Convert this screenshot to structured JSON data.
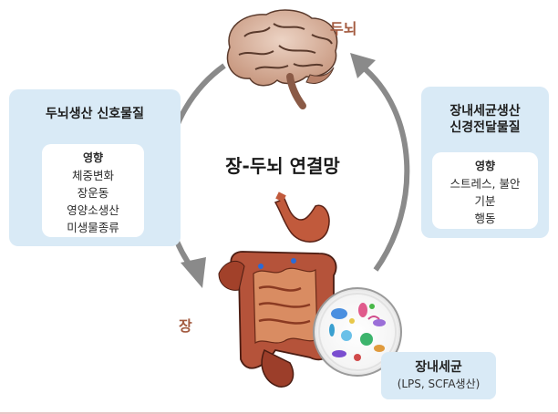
{
  "left_panel": {
    "title": "두뇌생산 신호물질",
    "effects_label": "영향",
    "items": [
      "체중변화",
      "장운동",
      "영양소생산",
      "미생물종류"
    ]
  },
  "right_panel": {
    "title_line1": "장내세균생산",
    "title_line2": "신경전달물질",
    "effects_label": "영향",
    "items": [
      "스트레스, 불안",
      "기분",
      "행동"
    ]
  },
  "brain_label": "두뇌",
  "gut_label": "장",
  "center_title": "장-두뇌 연결망",
  "microbes": {
    "title": "장내세균",
    "subtitle": "(LPS, SCFA생산)"
  },
  "colors": {
    "panel_bg": "#d9eaf6",
    "arrow": "#8a8a8a",
    "label_accent": "#a35a3f",
    "brain": "#d9b7a3",
    "gut": "#b5533a"
  }
}
